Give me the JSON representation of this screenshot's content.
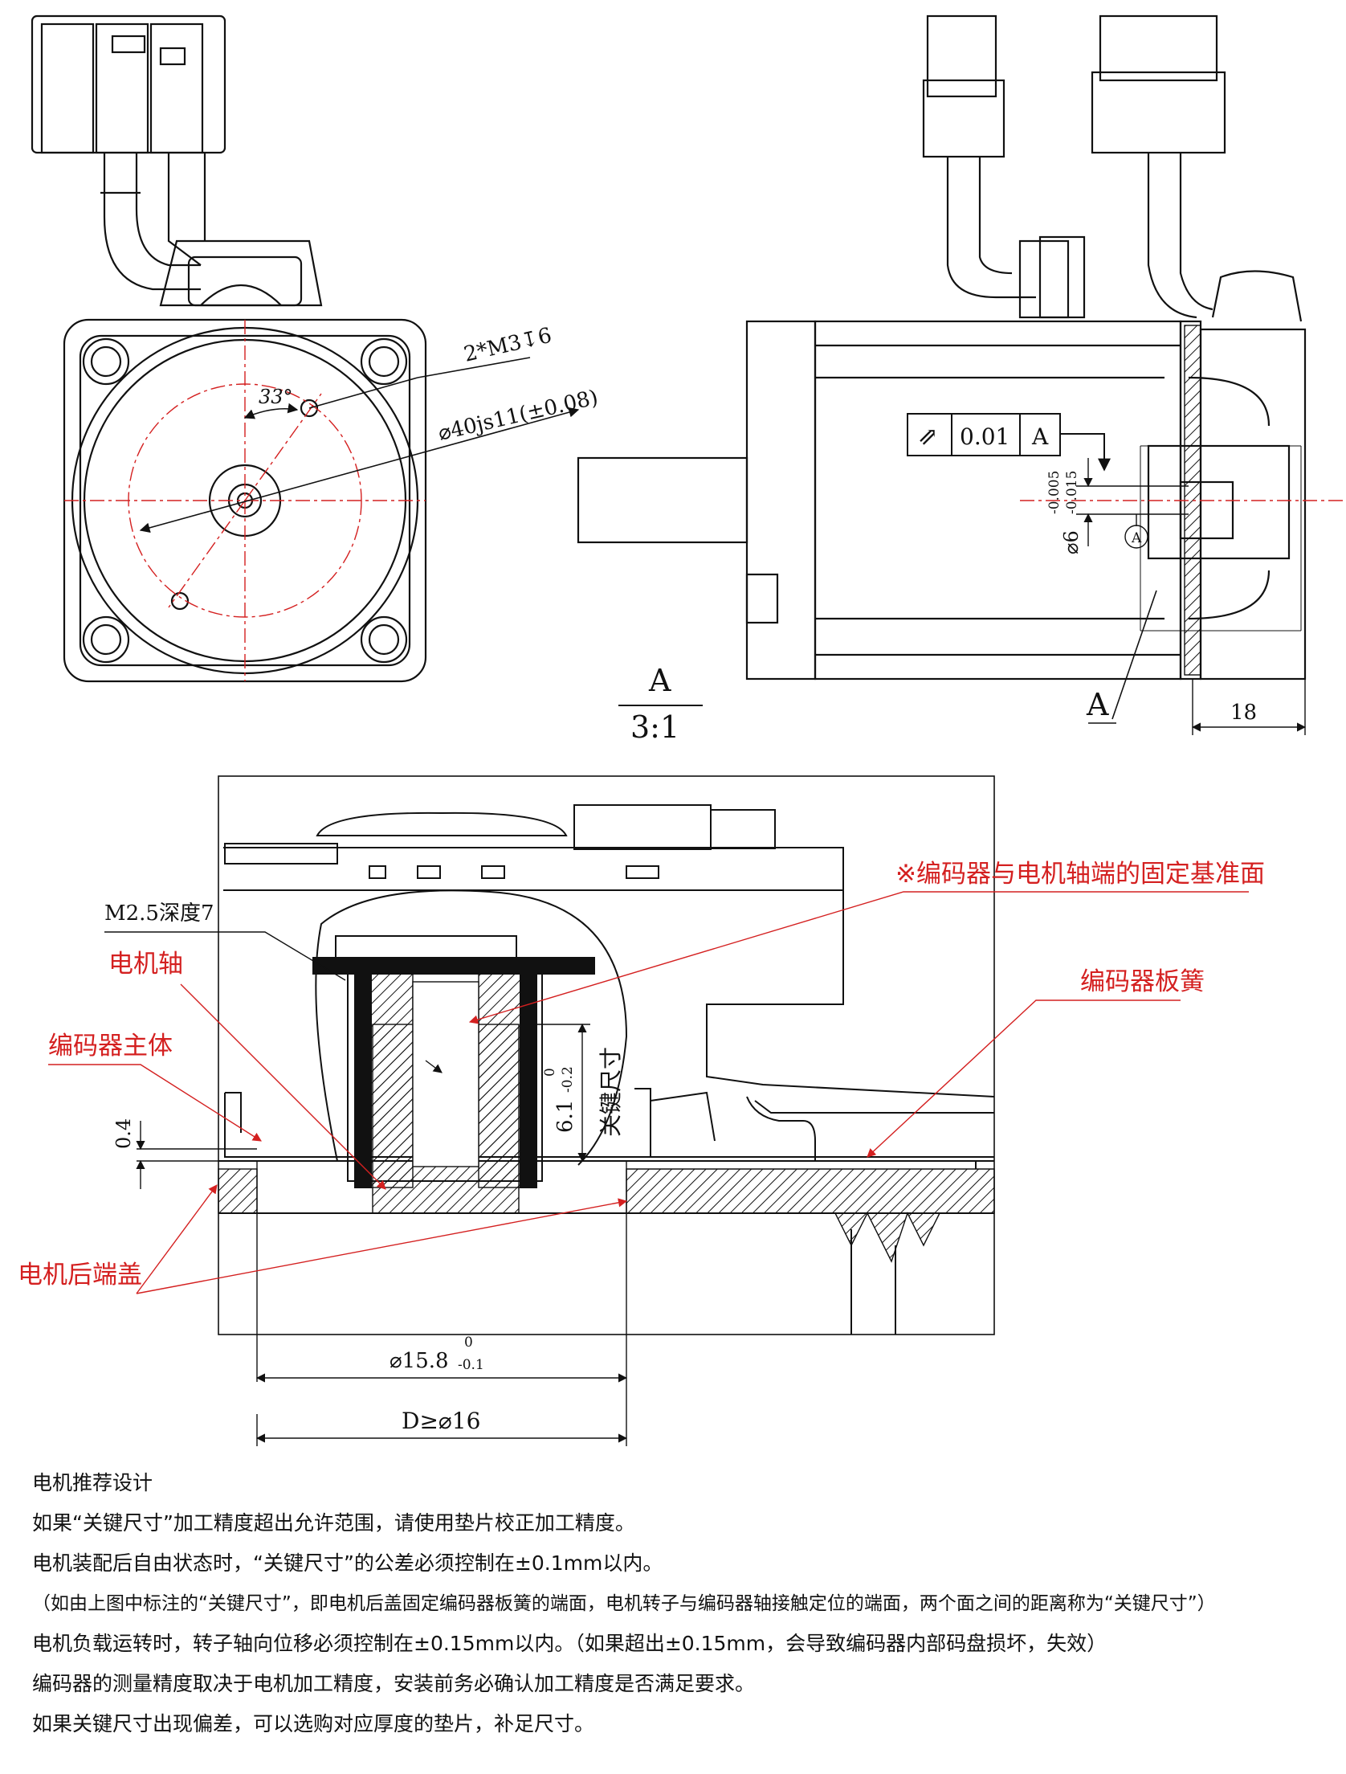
{
  "front_view": {
    "hole_callout": "2*M3↧6",
    "angle": "33°",
    "pilot_diameter": "⌀40js11(±0.08)"
  },
  "side_view": {
    "gdt": {
      "symbol": "⇗",
      "tolerance": "0.01",
      "datum": "A"
    },
    "shaft_diameter": "⌀6",
    "shaft_tol_upper": "-0.005",
    "shaft_tol_lower": "-0.015",
    "datum_marker": "A",
    "section_label": "A",
    "dim_18": "18"
  },
  "detail_label": {
    "name": "A",
    "scale": "3:1"
  },
  "detail_view": {
    "screw_callout": "M2.5深度7",
    "datum_face_note": "※编码器与电机轴端的固定基准面",
    "motor_shaft": "电机轴",
    "encoder_body": "编码器主体",
    "encoder_spring": "编码器板簧",
    "motor_rear_cover": "电机后端盖",
    "dim_04": "0.4",
    "key_dim_value": "6.1",
    "key_dim_tol_upper": "0",
    "key_dim_tol_lower": "-0.2",
    "key_dim_name": "关键尺寸",
    "dim_158_value": "⌀15.8",
    "dim_158_tol_upper": "0",
    "dim_158_tol_lower": "-0.1",
    "dim_D": "D≥⌀16"
  },
  "notes": {
    "title": "电机推荐设计",
    "lines": [
      "如果“关键尺寸”加工精度超出允许范围，请使用垫片校正加工精度。",
      "电机装配后自由状态时，“关键尺寸”的公差必须控制在±0.1mm以内。",
      "（如由上图中标注的“关键尺寸”，即电机后盖固定编码器板簧的端面，电机转子与编码器轴接触定位的端面，两个面之间的距离称为“关键尺寸”）",
      "电机负载运转时，转子轴向位移必须控制在±0.15mm以内。（如果超出±0.15mm，会导致编码器内部码盘损坏，失效）",
      "编码器的测量精度取决于电机加工精度，安装前务必确认加工精度是否满足要求。",
      "如果关键尺寸出现偏差，可以选购对应厚度的垫片，补足尺寸。"
    ]
  },
  "colors": {
    "line": "#111111",
    "annotation": "#d42020",
    "centerline": "#d42020"
  }
}
